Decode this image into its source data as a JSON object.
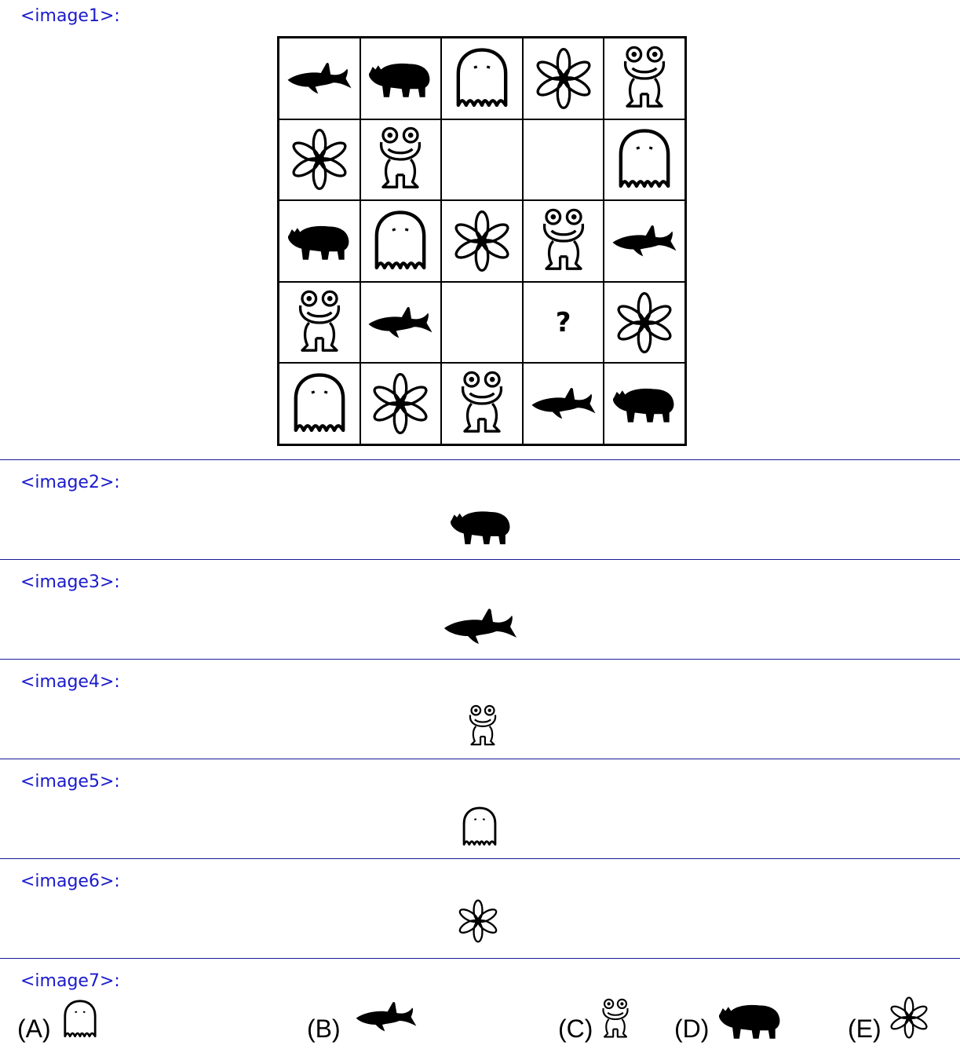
{
  "labels": {
    "image1": "<image1>:",
    "image2": "<image2>:",
    "image3": "<image3>:",
    "image4": "<image4>:",
    "image5": "<image5>:",
    "image6": "<image6>:",
    "image7": "<image7>:"
  },
  "grid": {
    "cells": [
      [
        "shark-icon",
        "rhino-icon",
        "ghost-icon",
        "flower-icon",
        "frog-icon"
      ],
      [
        "flower-icon",
        "frog-icon",
        "",
        "",
        "ghost-icon"
      ],
      [
        "rhino-icon",
        "ghost-icon",
        "flower-icon",
        "frog-icon",
        "shark-icon"
      ],
      [
        "frog-icon",
        "shark-icon",
        "",
        "?",
        "flower-icon"
      ],
      [
        "ghost-icon",
        "flower-icon",
        "frog-icon",
        "shark-icon",
        "rhino-icon"
      ]
    ],
    "question_mark": "?"
  },
  "options": {
    "a": "(A)",
    "b": "(B)",
    "c": "(C)",
    "d": "(D)",
    "e": "(E)"
  },
  "colors": {
    "label": "#1a1acc",
    "divider": "#1a1a99"
  }
}
